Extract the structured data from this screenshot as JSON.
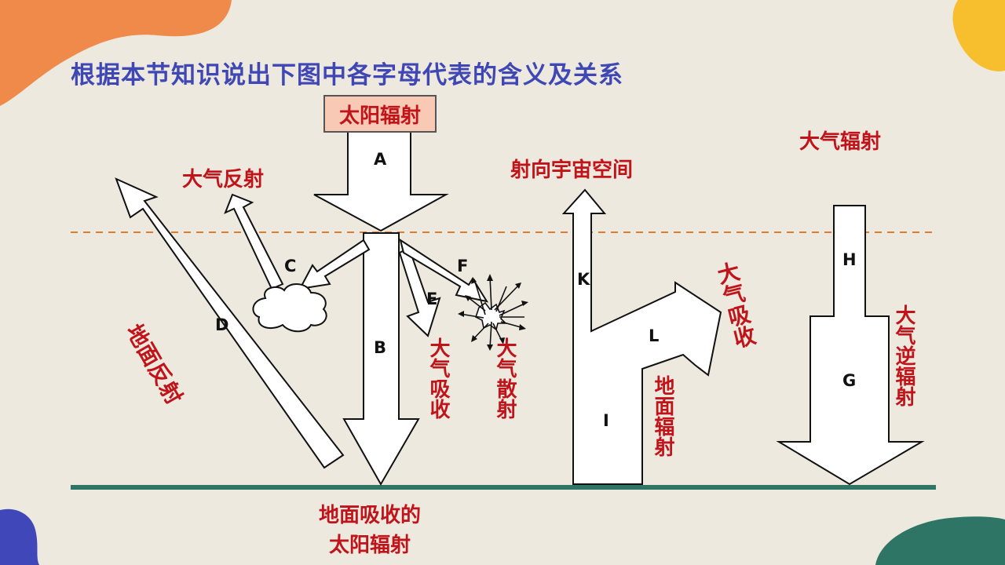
{
  "title": "根据本节知识说出下图中各字母代表的含义及关系",
  "labels": {
    "solar_radiation": "太阳辐射",
    "atmos_reflection": "大气反射",
    "ground_reflection": "地面反射",
    "atmos_absorption_e": "大气吸收",
    "atmos_scattering": "大气散射",
    "ground_absorbed_line1": "地面吸收的",
    "ground_absorbed_line2": "太阳辐射",
    "to_space": "射向宇宙空间",
    "atmos_absorption_l": "大气吸收",
    "ground_radiation": "地面辐射",
    "atmos_radiation": "大气辐射",
    "atmos_counter_radiation": "大气逆辐射"
  },
  "letters": {
    "A": "A",
    "B": "B",
    "C": "C",
    "D": "D",
    "E": "E",
    "F": "F",
    "G": "G",
    "H": "H",
    "I": "I",
    "K": "K",
    "L": "L"
  },
  "colors": {
    "background": "#ede9df",
    "title": "#3f47b5",
    "label_red": "#c0141a",
    "ground_line": "#2e7566",
    "dashed_line": "#e07a36",
    "sun_box": "#f8c9b4",
    "blob_orange": "#f08a4b",
    "blob_yellow": "#f7bf2e",
    "blob_blue": "#4047b8",
    "blob_teal": "#2e7566"
  }
}
